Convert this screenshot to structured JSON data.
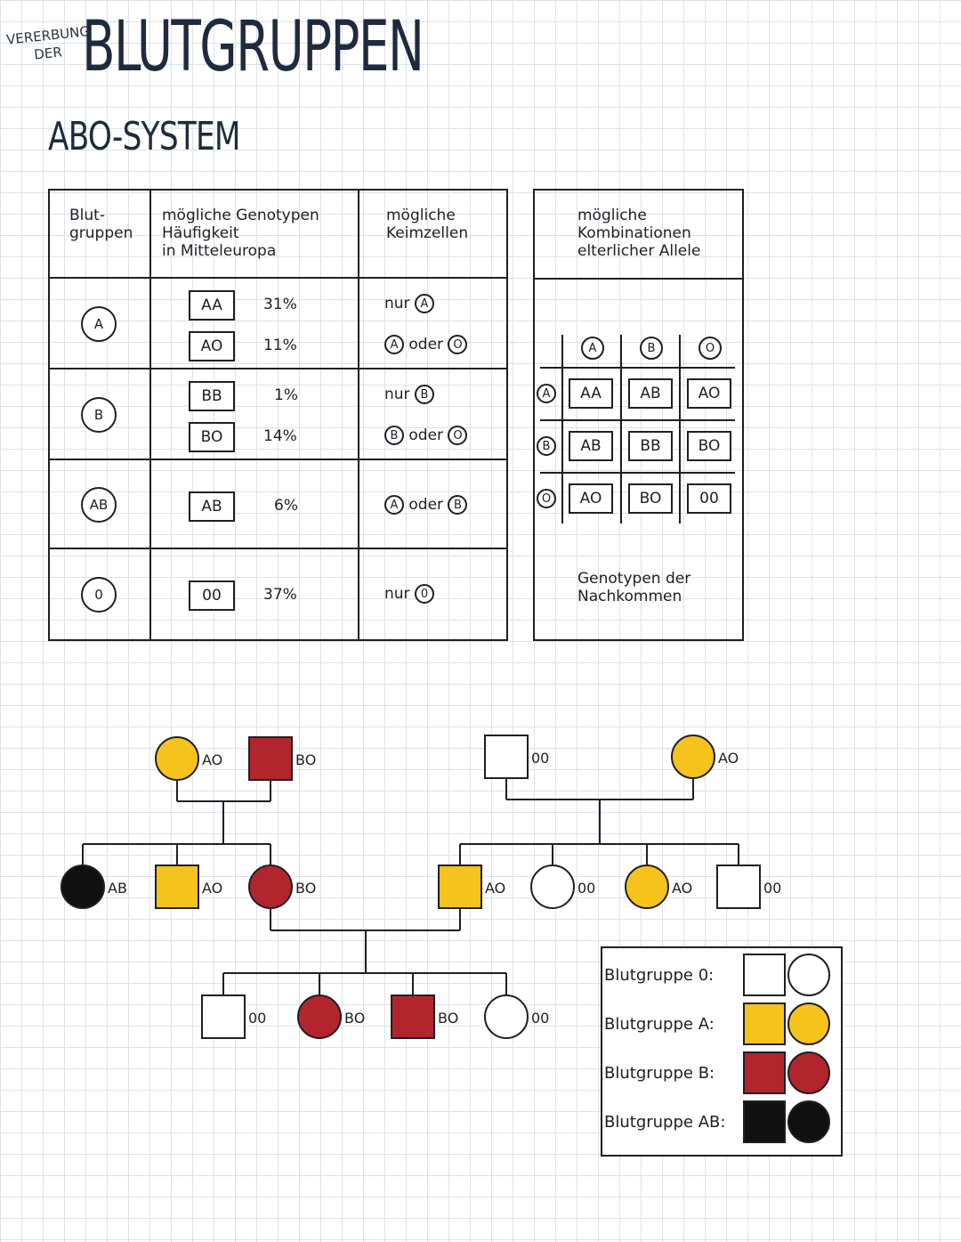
{
  "title_prefix": [
    "VERERBUNG",
    "DER"
  ],
  "title": "BLUTGRUPPEN",
  "subtitle": "ABO-SYSTEM",
  "table": {
    "headers": {
      "bloodgroup": [
        "Blut-",
        "gruppen"
      ],
      "genotypes": [
        "mögliche Genotypen",
        "Häufigkeit",
        "in Mitteleuropa"
      ],
      "gametes": [
        "mögliche",
        "Keimzellen"
      ]
    },
    "rows": [
      {
        "group": "A",
        "genotypes": [
          {
            "genotype": "AA",
            "freq": "31%",
            "gamete": {
              "prefix": "nur",
              "a": "A"
            }
          },
          {
            "genotype": "AO",
            "freq": "11%",
            "gamete": {
              "a": "A",
              "join": "oder",
              "b": "O"
            }
          }
        ]
      },
      {
        "group": "B",
        "genotypes": [
          {
            "genotype": "BB",
            "freq": "1%",
            "gamete": {
              "prefix": "nur",
              "a": "B"
            }
          },
          {
            "genotype": "BO",
            "freq": "14%",
            "gamete": {
              "a": "B",
              "join": "oder",
              "b": "O"
            }
          }
        ]
      },
      {
        "group": "AB",
        "genotypes": [
          {
            "genotype": "AB",
            "freq": "6%",
            "gamete": {
              "a": "A",
              "join": "oder",
              "b": "B"
            }
          }
        ]
      },
      {
        "group": "0",
        "genotypes": [
          {
            "genotype": "00",
            "freq": "37%",
            "gamete": {
              "prefix": "nur",
              "a": "0"
            }
          }
        ]
      }
    ]
  },
  "punnett": {
    "header": [
      "mögliche",
      "Kombinationen",
      "elterlicher Allele"
    ],
    "cols": [
      "A",
      "B",
      "O"
    ],
    "rows": [
      "A",
      "B",
      "O"
    ],
    "cells": [
      [
        "AA",
        "AB",
        "AO"
      ],
      [
        "AB",
        "BB",
        "BO"
      ],
      [
        "AO",
        "BO",
        "00"
      ]
    ],
    "footer": [
      "Genotypen der",
      "Nachkommen"
    ]
  },
  "pedigree": {
    "colors": {
      "A": "#f6c21c",
      "B": "#b3252c",
      "AB": "#101010",
      "O": "#ffffff"
    },
    "people": [
      {
        "id": "g1f",
        "shape": "circle",
        "group": "A",
        "label": "AO"
      },
      {
        "id": "g1m",
        "shape": "square",
        "group": "B",
        "label": "BO"
      },
      {
        "id": "g2m",
        "shape": "square",
        "group": "O",
        "label": "00"
      },
      {
        "id": "g2f",
        "shape": "circle",
        "group": "A",
        "label": "AO"
      },
      {
        "id": "c1",
        "shape": "circle",
        "group": "AB",
        "label": "AB"
      },
      {
        "id": "c2",
        "shape": "square",
        "group": "A",
        "label": "AO"
      },
      {
        "id": "c3",
        "shape": "circle",
        "group": "B",
        "label": "BO"
      },
      {
        "id": "c4",
        "shape": "square",
        "group": "A",
        "label": "AO"
      },
      {
        "id": "c5",
        "shape": "circle",
        "group": "O",
        "label": "00"
      },
      {
        "id": "c6",
        "shape": "circle",
        "group": "A",
        "label": "AO"
      },
      {
        "id": "c7",
        "shape": "square",
        "group": "O",
        "label": "00"
      },
      {
        "id": "d1",
        "shape": "square",
        "group": "O",
        "label": "00"
      },
      {
        "id": "d2",
        "shape": "circle",
        "group": "B",
        "label": "BO"
      },
      {
        "id": "d3",
        "shape": "square",
        "group": "B",
        "label": "BO"
      },
      {
        "id": "d4",
        "shape": "circle",
        "group": "O",
        "label": "00"
      }
    ]
  },
  "legend": [
    {
      "label": "Blutgruppe 0:",
      "group": "O"
    },
    {
      "label": "Blutgruppe A:",
      "group": "A"
    },
    {
      "label": "Blutgruppe B:",
      "group": "B"
    },
    {
      "label": "Blutgruppe AB:",
      "group": "AB"
    }
  ]
}
